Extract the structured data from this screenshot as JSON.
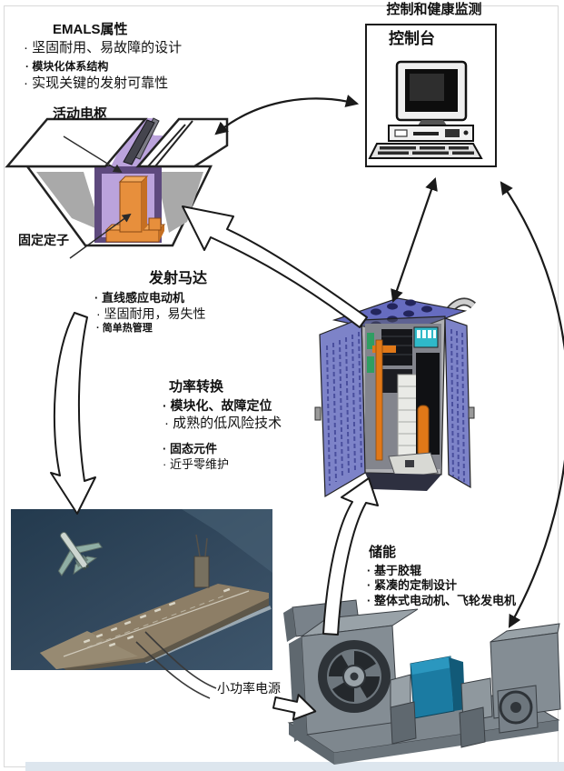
{
  "diagram_title_hint": "EMALS system overview diagram",
  "blocks": {
    "emals": {
      "title": "EMALS属性",
      "bullets": [
        "· 坚固耐用、易故障的设计",
        "· 模块化体系结构",
        "· 实现关键的发射可靠性"
      ]
    },
    "launch_motor": {
      "title": "发射马达",
      "bullets": [
        "· 直线感应电动机",
        "· 坚固耐用，易失性",
        "· 简单热管理"
      ]
    },
    "power_conversion": {
      "title": "功率转换",
      "bullets": [
        "· 模块化、故障定位",
        "· 成熟的低风险技术",
        "· 固态元件",
        "· 近乎零维护"
      ]
    },
    "energy_storage": {
      "title": "储能",
      "bullets": [
        "· 基于胶辊",
        "· 紧凑的定制设计",
        "· 整体式电动机、飞轮发电机"
      ]
    },
    "control": {
      "title": "控制和健康监测",
      "console_label": "控制台"
    }
  },
  "labels": {
    "armature": "活动电枢",
    "stator": "固定定子",
    "low_power": "小功率电源"
  },
  "icons": [
    "launch-motor-trough-graphic",
    "computer-console-icon",
    "power-cabinet-graphic",
    "aircraft-carrier-photo",
    "flywheel-motor-generator-graphic",
    "block-arrow",
    "double-headed-arrow"
  ],
  "colors": {
    "armature-light": "#bba3dc",
    "armature-dark": "#5e4a7e",
    "stator": "#e78f3c",
    "cab-blue": "#7d83c8",
    "cab-top": "#666cc0",
    "busbar": "#e07818",
    "teal": "#2fb9c9",
    "sea": "#2e4356",
    "deck": "#8d7e66",
    "machine": "#848d94",
    "coupling": "#1b7ba2"
  }
}
